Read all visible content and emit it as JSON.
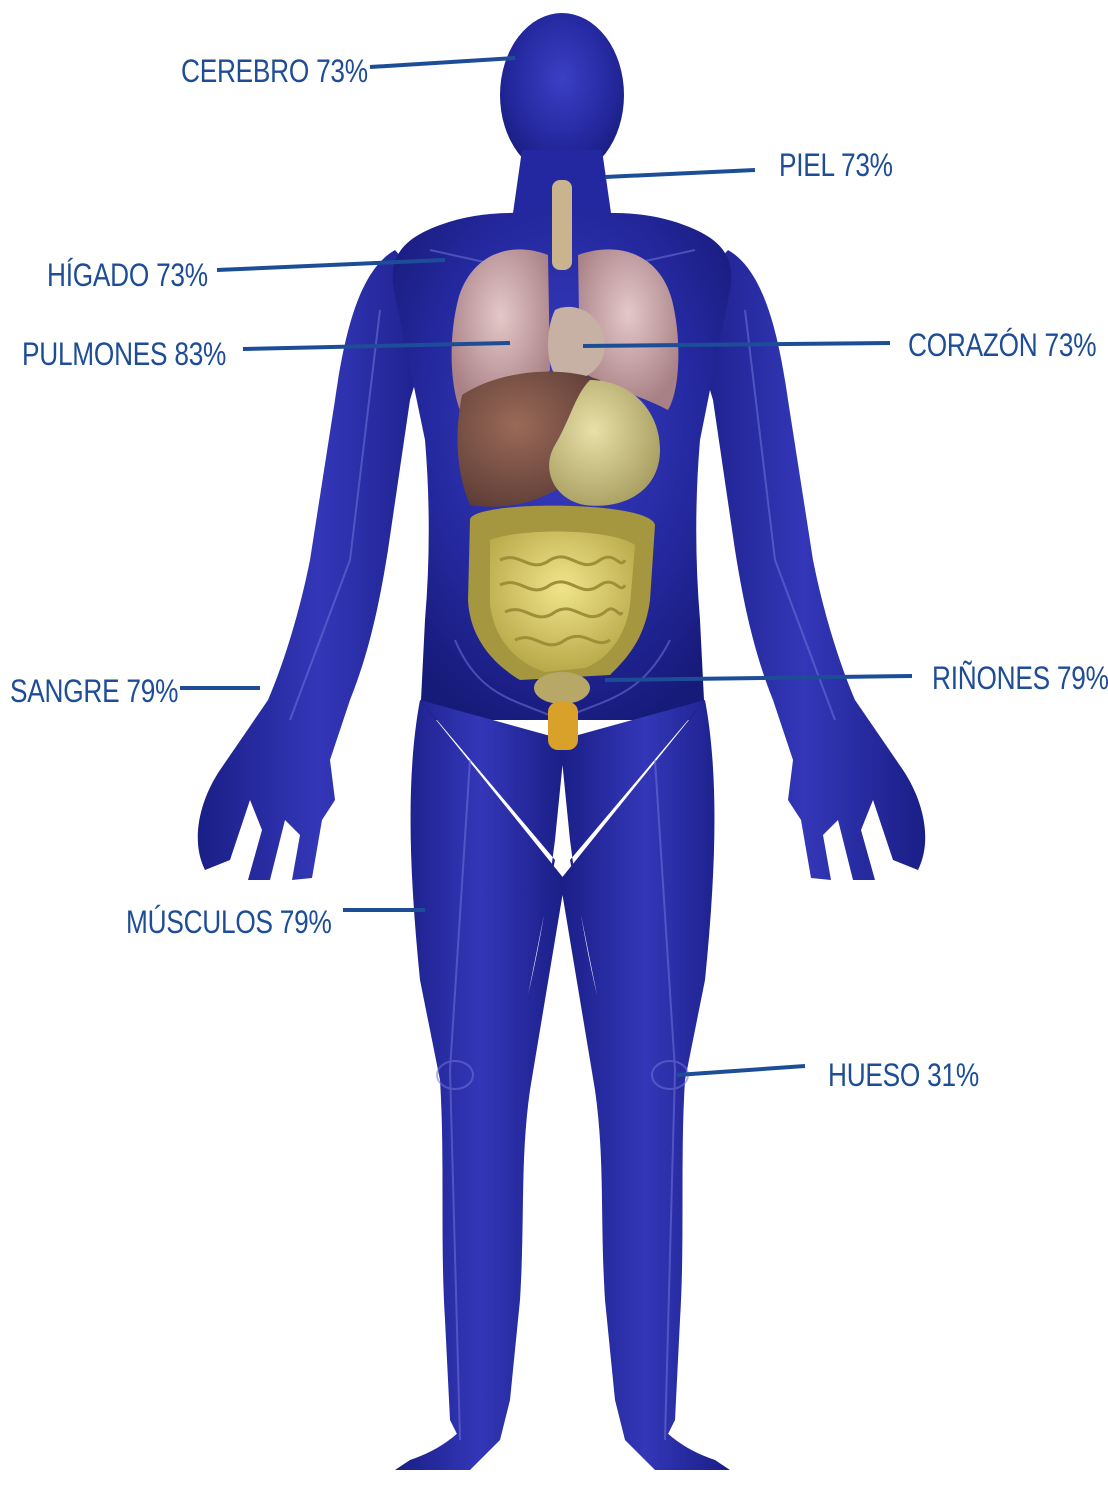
{
  "colors": {
    "label_text": "#1e4d98",
    "leader_line": "#1e4d98",
    "body_fill": "#2a2fa6",
    "background": "#ffffff"
  },
  "labels": [
    {
      "id": "cerebro",
      "text": "CEREBRO 73%"
    },
    {
      "id": "piel",
      "text": "PIEL 73%"
    },
    {
      "id": "pulmones",
      "text": "PULMONES 83%"
    },
    {
      "id": "corazon",
      "text": "CORAZÓN 73%"
    },
    {
      "id": "higado",
      "text": "HÍGADO 73%"
    },
    {
      "id": "sangre",
      "text": "SANGRE 79%"
    },
    {
      "id": "rinones",
      "text": "RIÑONES 79%"
    },
    {
      "id": "musculos",
      "text": "MÚSCULOS 79%"
    },
    {
      "id": "hueso",
      "text": "HUESO 31%"
    }
  ]
}
